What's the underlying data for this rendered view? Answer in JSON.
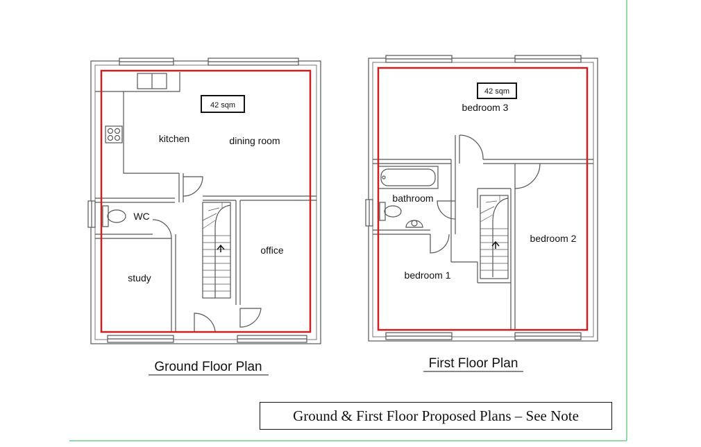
{
  "ground": {
    "area": "42 sqm",
    "rooms": {
      "kitchen": "kitchen",
      "dining": "dining room",
      "wc": "WC",
      "office": "office",
      "study": "study"
    },
    "title": "Ground Floor Plan"
  },
  "first": {
    "area": "42 sqm",
    "rooms": {
      "bedroom3": "bedroom 3",
      "bathroom": "bathroom",
      "bedroom2": "bedroom 2",
      "bedroom1": "bedroom 1"
    },
    "title": "First Floor Plan"
  },
  "caption": "Ground & First Floor Proposed Plans – See Note",
  "colors": {
    "outline": "#cc1f1f",
    "frame": "#6fcf8a",
    "wall": "#555555"
  }
}
